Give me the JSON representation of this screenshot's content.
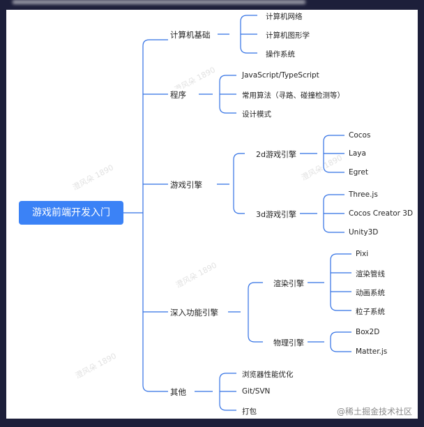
{
  "colors": {
    "accent": "#3b82f6",
    "line": "#2f6fe4",
    "bg_dark": "#1d1f3a"
  },
  "root": {
    "label": "游戏前端开发入门"
  },
  "branches": [
    {
      "label": "计算机基础",
      "children": [
        {
          "label": "计算机网络"
        },
        {
          "label": "计算机图形学"
        },
        {
          "label": "操作系统"
        }
      ]
    },
    {
      "label": "程序",
      "children": [
        {
          "label": "JavaScript/TypeScript"
        },
        {
          "label": "常用算法（寻路、碰撞检测等）"
        },
        {
          "label": "设计模式"
        }
      ]
    },
    {
      "label": "游戏引擎",
      "children": [
        {
          "label": "2d游戏引擎",
          "children": [
            {
              "label": "Cocos"
            },
            {
              "label": "Laya"
            },
            {
              "label": "Egret"
            }
          ]
        },
        {
          "label": "3d游戏引擎",
          "children": [
            {
              "label": "Three.js"
            },
            {
              "label": "Cocos Creator 3D"
            },
            {
              "label": "Unity3D"
            }
          ]
        }
      ]
    },
    {
      "label": "深入功能引擎",
      "children": [
        {
          "label": "渲染引擎",
          "children": [
            {
              "label": "Pixi"
            },
            {
              "label": "渲染管线"
            },
            {
              "label": "动画系统"
            },
            {
              "label": "粒子系统"
            }
          ]
        },
        {
          "label": "物理引擎",
          "children": [
            {
              "label": "Box2D"
            },
            {
              "label": "Matter.js"
            }
          ]
        }
      ]
    },
    {
      "label": "其他",
      "children": [
        {
          "label": "浏览器性能优化"
        },
        {
          "label": "Git/SVN"
        },
        {
          "label": "打包"
        }
      ]
    }
  ],
  "watermark": {
    "text": "澄风朵 1890"
  },
  "footer": {
    "brand": "@稀土掘金技术社区"
  }
}
